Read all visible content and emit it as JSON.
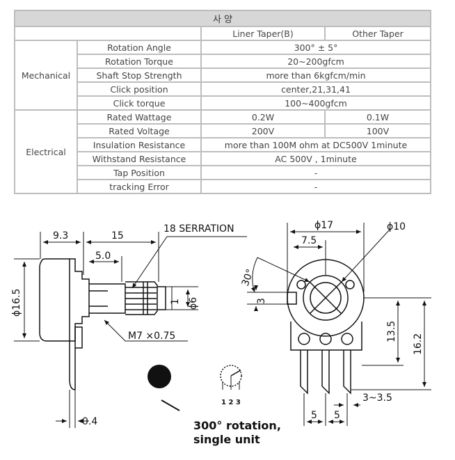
{
  "table": {
    "title": "사 양",
    "columns": {
      "col_b": "Liner Taper(B)",
      "col_other": "Other Taper"
    },
    "groups": {
      "mechanical": "Mechanical",
      "electrical": "Electrical"
    },
    "rows": [
      {
        "label": "Rotation Angle",
        "value": "300° ± 5°"
      },
      {
        "label": "Rotation Torque",
        "value": "20~200gfcm"
      },
      {
        "label": "Shaft Stop Strength",
        "value": "more than 6kgfcm/min"
      },
      {
        "label": "Click position",
        "value": "center,21,31,41"
      },
      {
        "label": "Click torque",
        "value": "100~400gfcm"
      },
      {
        "label": "Rated Wattage",
        "value_b": "0.2W",
        "value_other": "0.1W"
      },
      {
        "label": "Rated Voltage",
        "value_b": "200V",
        "value_other": "100V"
      },
      {
        "label": "Insulation Resistance",
        "value": "more than 100M ohm at DC500V 1minute"
      },
      {
        "label": "Withstand Resistance",
        "value": "AC 500V , 1minute"
      },
      {
        "label": "Tap Position",
        "value": "-"
      },
      {
        "label": "tracking Error",
        "value": "-"
      }
    ]
  },
  "drawing": {
    "dim_9_3": "9.3",
    "dim_15": "15",
    "dim_5_0": "5.0",
    "dim_16_5": "ϕ16.5",
    "dim_6": "ϕ6",
    "dim_1": "1",
    "dim_0_4": "0.4",
    "serration": "18 SERRATION",
    "thread": "M7 ×0.75",
    "dim_17": "ϕ17",
    "dim_10": "ϕ10",
    "dim_7_5": "7.5",
    "dim_30": "30°",
    "dim_3": "3",
    "dim_13_5": "13.5",
    "dim_16_2": "16.2",
    "dim_3_35": "3~3.5",
    "dim_5a": "5",
    "dim_5b": "5",
    "pins": "1 2 3",
    "rotation_line1": "300° rotation,",
    "rotation_line2": "single unit"
  }
}
